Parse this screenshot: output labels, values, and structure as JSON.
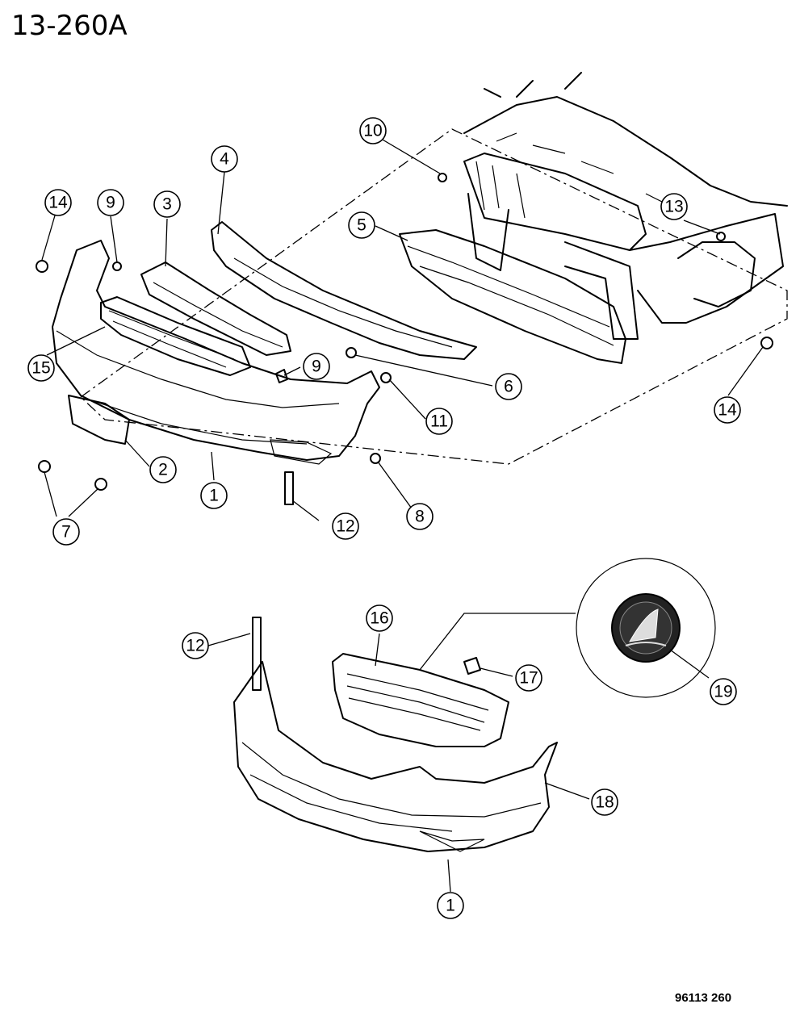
{
  "header": {
    "figure_id": "13-260A"
  },
  "footer": {
    "code": "96113  260"
  },
  "callouts": [
    {
      "id": "c1a",
      "number": "1"
    },
    {
      "id": "c2",
      "number": "2"
    },
    {
      "id": "c3",
      "number": "3"
    },
    {
      "id": "c4",
      "number": "4"
    },
    {
      "id": "c5",
      "number": "5"
    },
    {
      "id": "c6",
      "number": "6"
    },
    {
      "id": "c7",
      "number": "7"
    },
    {
      "id": "c8",
      "number": "8"
    },
    {
      "id": "c9a",
      "number": "9"
    },
    {
      "id": "c9b",
      "number": "9"
    },
    {
      "id": "c10",
      "number": "10"
    },
    {
      "id": "c11",
      "number": "11"
    },
    {
      "id": "c12a",
      "number": "12"
    },
    {
      "id": "c12b",
      "number": "12"
    },
    {
      "id": "c13",
      "number": "13"
    },
    {
      "id": "c14a",
      "number": "14"
    },
    {
      "id": "c14b",
      "number": "14"
    },
    {
      "id": "c15",
      "number": "15"
    },
    {
      "id": "c16",
      "number": "16"
    },
    {
      "id": "c17",
      "number": "17"
    },
    {
      "id": "c18",
      "number": "18"
    },
    {
      "id": "c19",
      "number": "19"
    },
    {
      "id": "c1b",
      "number": "1"
    }
  ]
}
